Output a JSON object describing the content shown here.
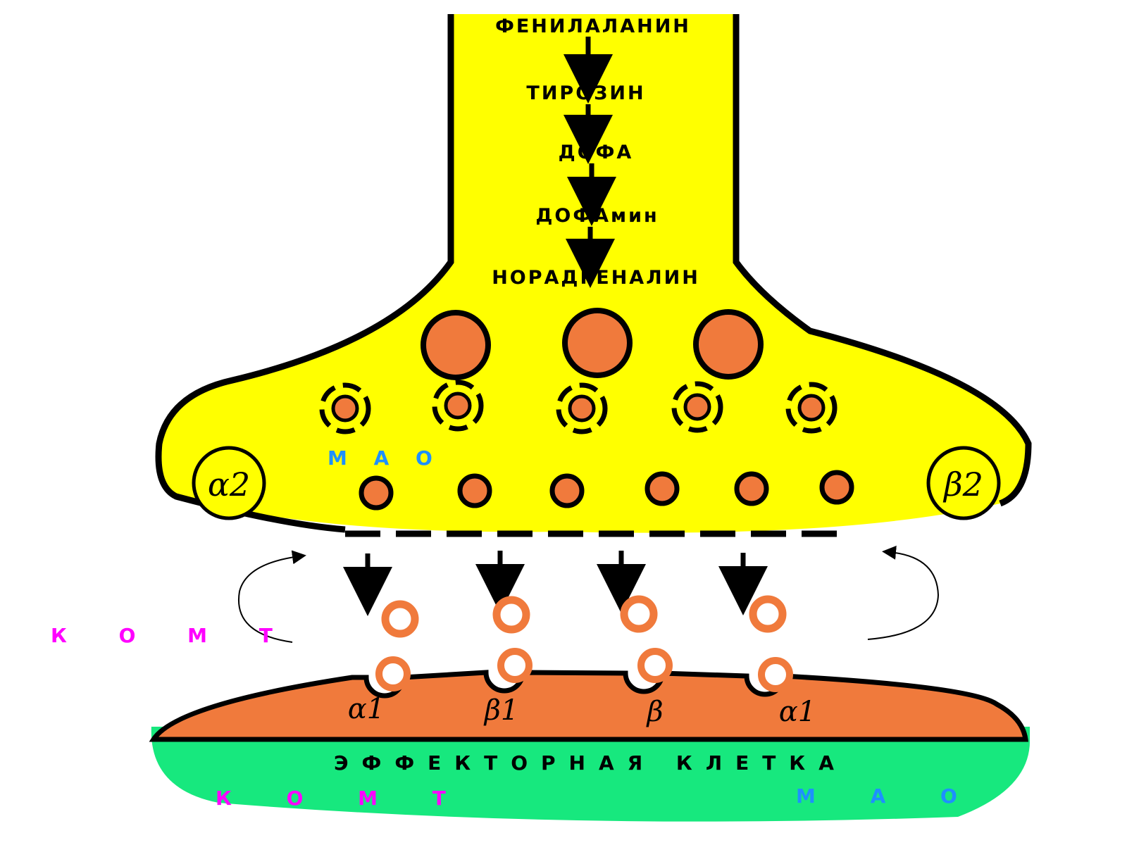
{
  "colors": {
    "neuron_fill": "#ffff00",
    "outline": "#000000",
    "vesicle": "#f07a3c",
    "effector_membrane": "#f07a3c",
    "effector_cell": "#17e87e",
    "mao_text": "#1e90ff",
    "komt_text": "#ff00ff"
  },
  "pathway": [
    "ФЕНИЛАЛАНИН",
    "ТИРОЗИН",
    "ДОФА",
    "ДОФАмин",
    "НОРАДРЕНАЛИН"
  ],
  "presynaptic": {
    "mao_label": "М А О",
    "autoreceptor_left": "α2",
    "autoreceptor_right": "β2"
  },
  "cleft": {
    "komt_label": "К О М Т"
  },
  "effector": {
    "title": "ЭФФЕКТОРНАЯ КЛЕТКА",
    "komt_label": "К О М Т",
    "mao_label": "М А О",
    "receptors": [
      "α1",
      "β1",
      "β",
      "α1"
    ]
  }
}
